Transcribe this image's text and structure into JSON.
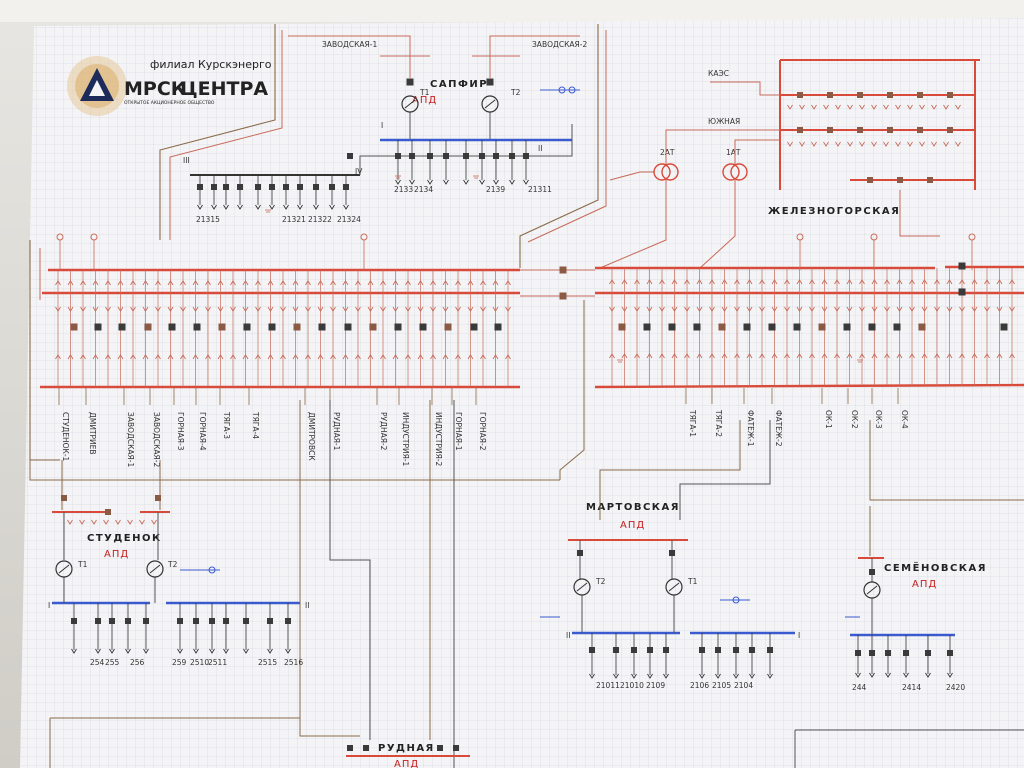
{
  "logo": {
    "branch": "филиал Курскэнерго",
    "mrsk": "МРСК",
    "centra": "ЦЕНТРА",
    "company": "ОТКРЫТОЕ АКЦИОНЕРНОЕ ОБЩЕСТВО"
  },
  "stations": {
    "sapfir": "САПФИР",
    "zheleznogorskaya": "ЖЕЛЕЗНОГОРСКАЯ",
    "studenok": "СТУДЕНОК",
    "martovskaya": "МАРТОВСКАЯ",
    "semenovskaya": "СЕМЁНОВСКАЯ",
    "rudnaya": "РУДНАЯ",
    "apd": "АПД"
  },
  "lines": {
    "zav1": "ЗАВОДСКАЯ-1",
    "zav2": "ЗАВОДСКАЯ-2",
    "kaes": "КАЭС",
    "yuzhnaya": "ЮЖНАЯ",
    "at2": "2АТ",
    "at1": "1АТ"
  },
  "sapfir": {
    "t1": "Т1",
    "t2": "Т2",
    "sec1": "I",
    "sec2": "II",
    "sec3": "III",
    "sec4": "IV"
  },
  "feeders_left": [
    "СТУДЕНОК-1",
    "ДМИТРИЕВ",
    "ЗАВОДСКАЯ-1",
    "ЗАВОДСКАЯ-2",
    "ГОРНАЯ-3",
    "ГОРНАЯ-4",
    "ТЯГА-3",
    "ТЯГА-4",
    "ДМИТРОВСК",
    "РУДНАЯ-1",
    "РУДНАЯ-2",
    "ИНДУСТРИЯ-1",
    "ИНДУСТРИЯ-2",
    "ГОРНАЯ-1",
    "ГОРНАЯ-2"
  ],
  "feeders_right": [
    "ТЯГА-1",
    "ТЯГА-2",
    "ФАТЕЖ-1",
    "ФАТЕЖ-2",
    "ОК-1",
    "ОК-2",
    "ОК-3",
    "ОК-4"
  ],
  "cell_numbers": {
    "sapfir": [
      "2133",
      "2134",
      "2139",
      "21311"
    ],
    "sapfir_lower": [
      "21315",
      "21321",
      "21322",
      "21324"
    ],
    "studenok": [
      "254",
      "255",
      "256",
      "259",
      "2510",
      "2511",
      "2515",
      "2516"
    ],
    "martovskaya": [
      "21011",
      "21010",
      "2109",
      "2106",
      "2105",
      "2104"
    ],
    "semenovskaya": [
      "244",
      "2414",
      "2420"
    ]
  },
  "transformer_labels": {
    "t1": "Т1",
    "t2": "Т2",
    "roman1": "I",
    "roman2": "II"
  },
  "colors": {
    "red_bus": "#d84a3a",
    "red_line": "#c86a5a",
    "brown_line": "#8a6a4a",
    "blue_bus": "#3a5ad0",
    "gray_line": "#555555",
    "switch_dark": "#3a3a3a",
    "switch_brown": "#8a5a44"
  }
}
